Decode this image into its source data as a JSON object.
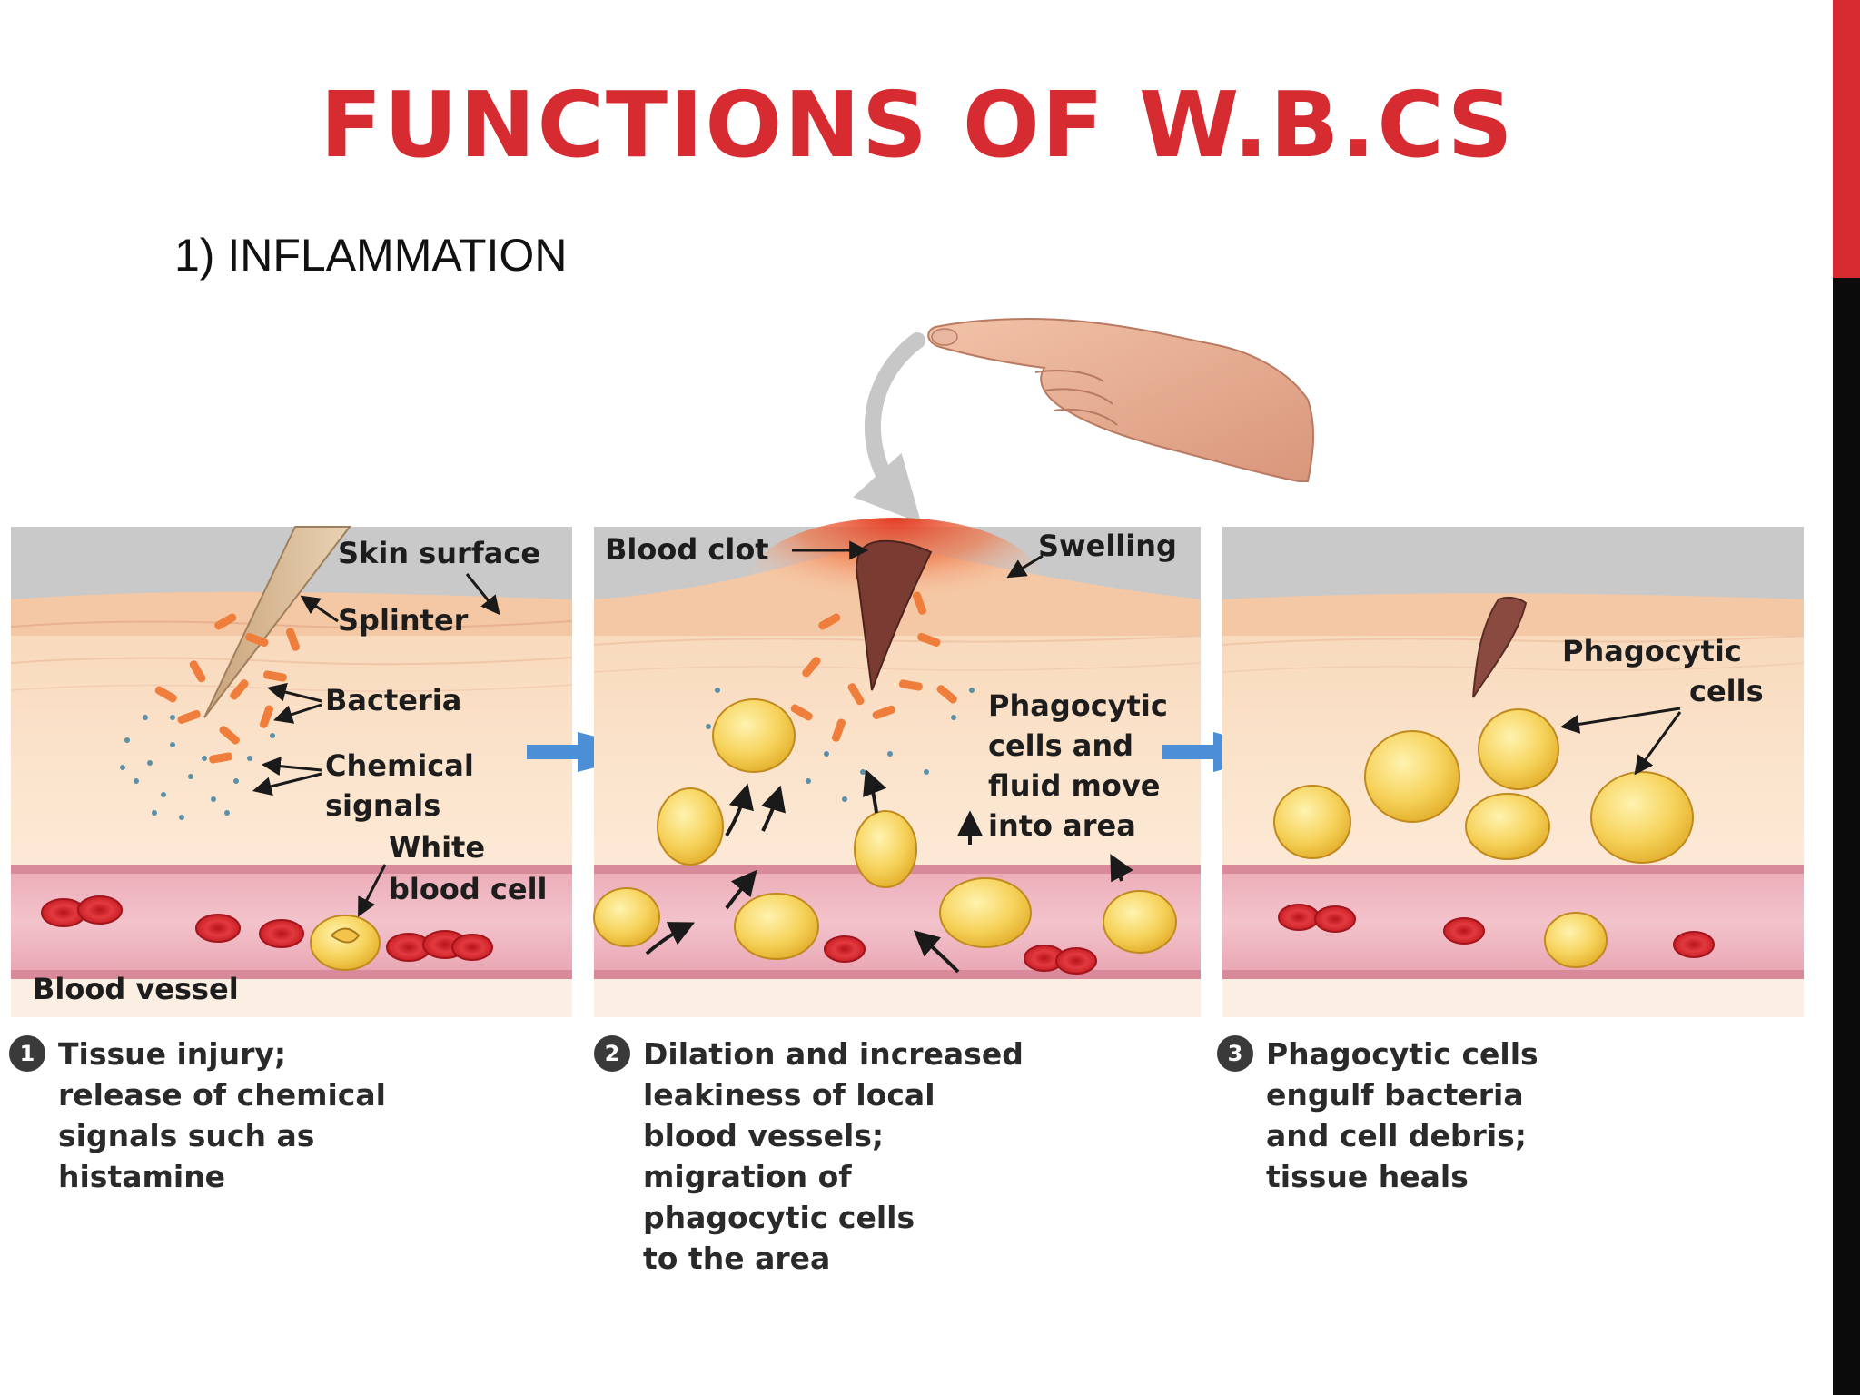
{
  "slide": {
    "title": "FUNCTIONS OF W.B.CS",
    "subtitle": "1) INFLAMMATION"
  },
  "accent_colors": {
    "title_red": "#d52b31",
    "side_bar_red": "#d52b31",
    "side_bar_black": "#0b0b0b",
    "flow_arrow_blue": "#4d8fd6"
  },
  "diagram": {
    "panel1": {
      "labels": {
        "skin_surface": "Skin surface",
        "splinter": "Splinter",
        "bacteria": "Bacteria",
        "chemical_signals_1": "Chemical",
        "chemical_signals_2": "signals",
        "white_blood_cell_1": "White",
        "white_blood_cell_2": "blood cell",
        "blood_vessel": "Blood vessel"
      },
      "step_number": "1",
      "caption": [
        "Tissue injury;",
        "release of chemical",
        "signals such as",
        "histamine"
      ]
    },
    "panel2": {
      "labels": {
        "blood_clot": "Blood clot",
        "swelling": "Swelling",
        "phagocytic_move_1": "Phagocytic",
        "phagocytic_move_2": "cells and",
        "phagocytic_move_3": "fluid move",
        "phagocytic_move_4": "into area"
      },
      "step_number": "2",
      "caption": [
        "Dilation and increased",
        "leakiness of local",
        "blood vessels;",
        "migration of",
        "phagocytic cells",
        "to the area"
      ]
    },
    "panel3": {
      "labels": {
        "phagocytic_cells_1": "Phagocytic",
        "phagocytic_cells_2": "cells"
      },
      "step_number": "3",
      "caption": [
        "Phagocytic cells",
        "engulf bacteria",
        "and cell debris;",
        "tissue heals"
      ]
    }
  }
}
